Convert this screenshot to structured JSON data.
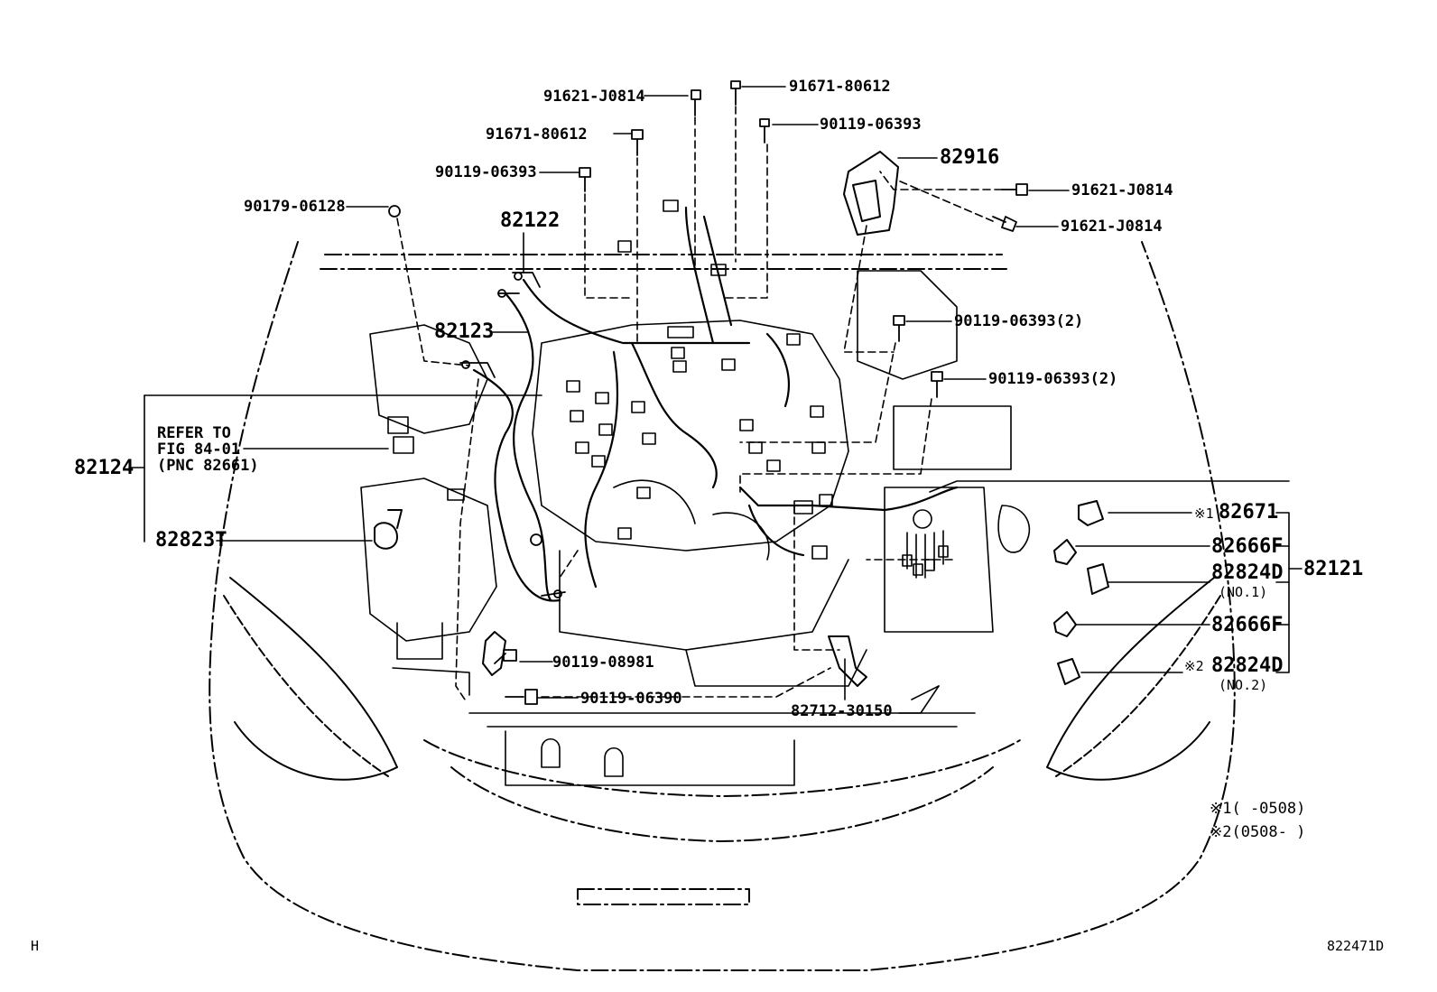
{
  "diagram": {
    "part_labels": {
      "p91621_top": "91621-J0814",
      "p91671_top": "91671-80612",
      "p91671_left": "91671-80612",
      "p90119_top": "90119-06393",
      "p90119_left": "90119-06393",
      "p90179": "90179-06128",
      "p82916": "82916",
      "p91621_r1": "91621-J0814",
      "p91621_r2": "91621-J0814",
      "p82122": "82122",
      "p82123": "82123",
      "p90119_r1": "90119-06393(2)",
      "p90119_r2": "90119-06393(2)",
      "p82124": "82124",
      "p82823": "82823T",
      "p82671": "82671",
      "p82666f_1": "82666F",
      "p82824d_1": "82824D",
      "p82666f_2": "82666F",
      "p82824d_2": "82824D",
      "p82121": "82121",
      "p90119_08981": "90119-08981",
      "p90119_06390": "90119-06390",
      "p82712": "82712-30150"
    },
    "refer": {
      "line1": "REFER TO",
      "line2": "FIG 84-01",
      "line3": "(PNC 82661)"
    },
    "sub_notes": {
      "no1": "(NO.1)",
      "no2": "(NO.2)",
      "mark1": "※1",
      "mark2": "※2"
    },
    "legend": {
      "line1": "※1(     -0508)",
      "line2": "※2(0508-     )"
    },
    "footer": {
      "left_code": "H",
      "diagram_id": "822471D"
    }
  }
}
